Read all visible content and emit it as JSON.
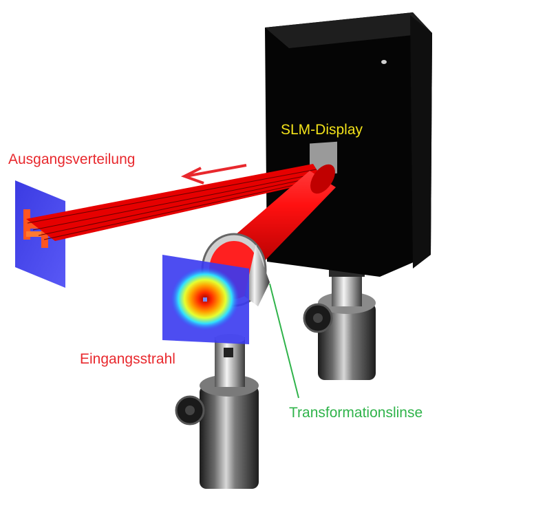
{
  "labels": {
    "slm": "SLM-Display",
    "output": "Ausgangsverteilung",
    "input": "Eingangsstrahl",
    "lens": "Transformationslinse"
  },
  "colors": {
    "slm_label": "#f2e21a",
    "output_label": "#e8282d",
    "input_label": "#e8282d",
    "lens_label": "#2fb34a",
    "beam": "#e60000",
    "arrow": "#e8282d",
    "lens_pointer": "#2fb34a",
    "display_body": "#050505",
    "plane": "#3a3af0"
  }
}
